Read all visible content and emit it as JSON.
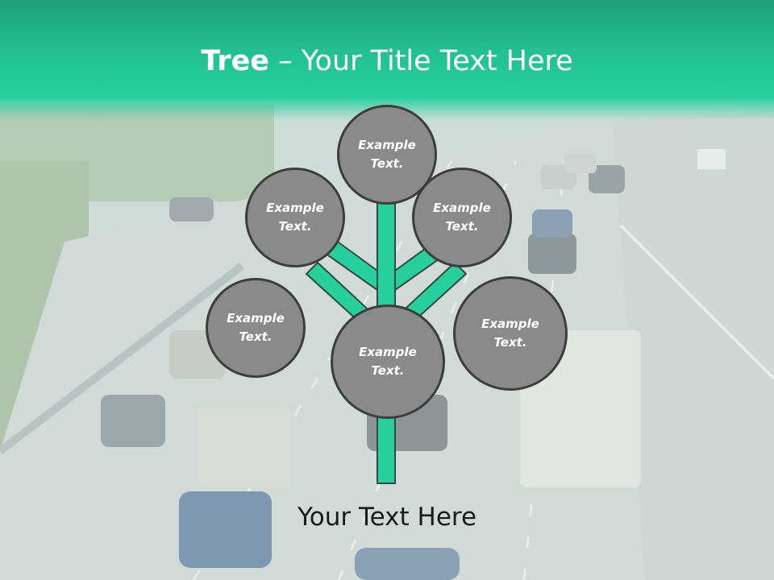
{
  "slide": {
    "title_bold": "Tree",
    "title_rest": " – Your Title Text Here",
    "footer": "Your Text Here"
  },
  "nodes": [
    {
      "label": "Example Text."
    },
    {
      "label": "Example Text."
    },
    {
      "label": "Example Text."
    },
    {
      "label": "Example Text."
    },
    {
      "label": "Example Text."
    },
    {
      "label": "Example Text."
    }
  ],
  "colors": {
    "accent": "#27cf9d",
    "header_dark": "#1fa07a",
    "circle_fill": "#8a8a8a",
    "circle_border": "#3d3d3d"
  },
  "background": "highway-traffic-photo"
}
